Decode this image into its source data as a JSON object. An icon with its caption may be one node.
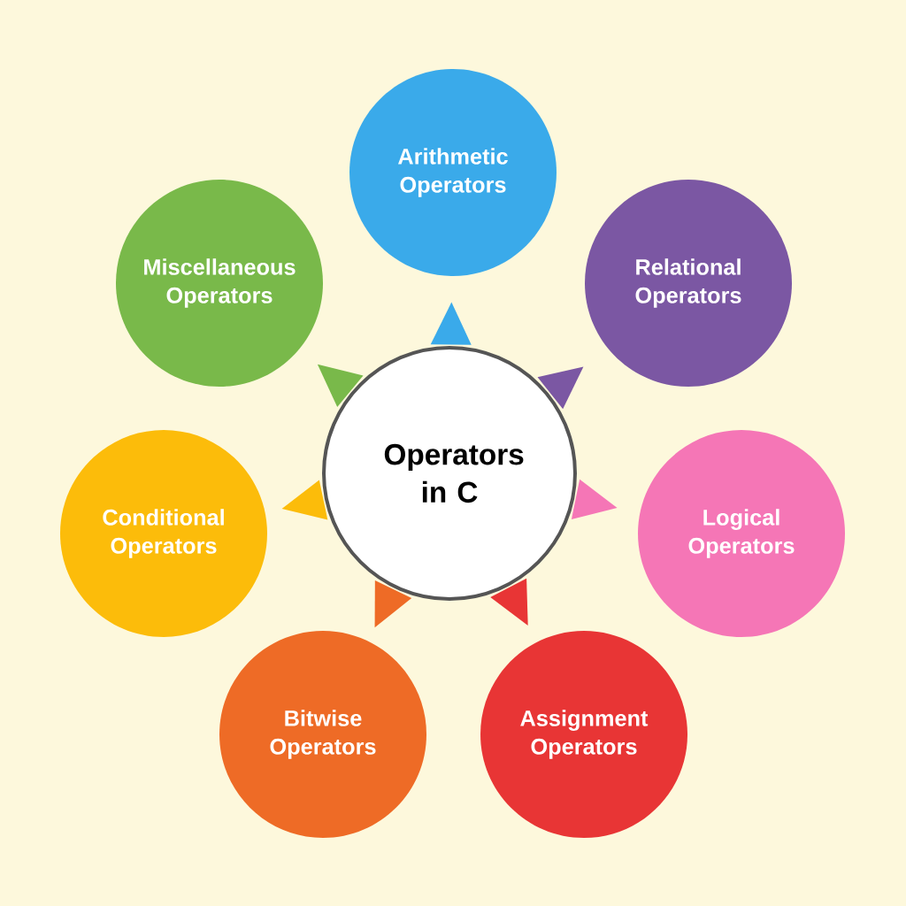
{
  "diagram": {
    "nodes": [
      {
        "text": [
          "Operators in C"
        ]
      },
      {
        "text": [
          "Arithmetic Operators"
        ]
      },
      {
        "text": [
          "Relational Operators"
        ]
      },
      {
        "text": [
          "Logical Operators"
        ]
      },
      {
        "text": [
          "Assignment Operators"
        ]
      },
      {
        "text": [
          "Bitwise Operators"
        ]
      },
      {
        "text": [
          "Conditional Operators"
        ]
      },
      {
        "text": [
          "Miscellaneous Operators"
        ]
      },
      {
        "text": [],
        "shape": "triangle"
      },
      {
        "text": [],
        "shape": "triangle"
      },
      {
        "text": [],
        "shape": "triangle"
      },
      {
        "text": [],
        "shape": "triangle"
      },
      {
        "text": [],
        "shape": "triangle"
      },
      {
        "text": [],
        "shape": "triangle"
      },
      {
        "text": [],
        "shape": "triangle"
      }
    ]
  }
}
